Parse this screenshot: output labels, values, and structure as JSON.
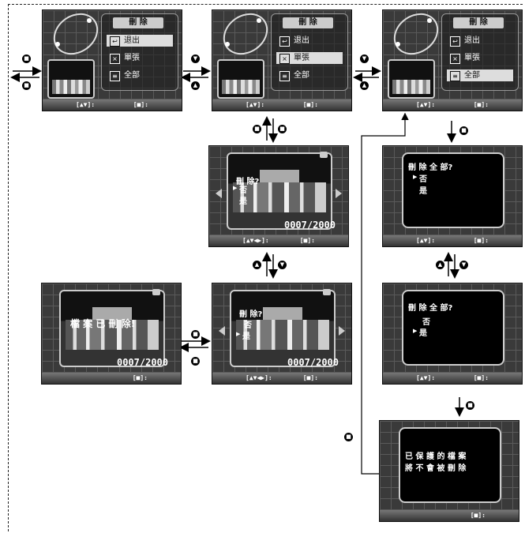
{
  "menu": {
    "title": "刪 除",
    "items": [
      "退出",
      "單張",
      "全部"
    ]
  },
  "status": {
    "ud": "[▲▼]:",
    "udlr": "[▲▼◀▶]:",
    "ok": "[■]:"
  },
  "dialogs": {
    "single_q": "刪 除?",
    "no": "否",
    "yes": "是",
    "all_q": "刪 除 全 部?",
    "deleted": "檔 案 已 刪 除!",
    "protected_1": "已 保 護 的 檔 案",
    "protected_2": "將 不 會 被 刪 除"
  },
  "counter": "0007/2000",
  "pointer": "▶",
  "icons": {
    "ok": "■",
    "up": "▲",
    "down": "▼"
  }
}
